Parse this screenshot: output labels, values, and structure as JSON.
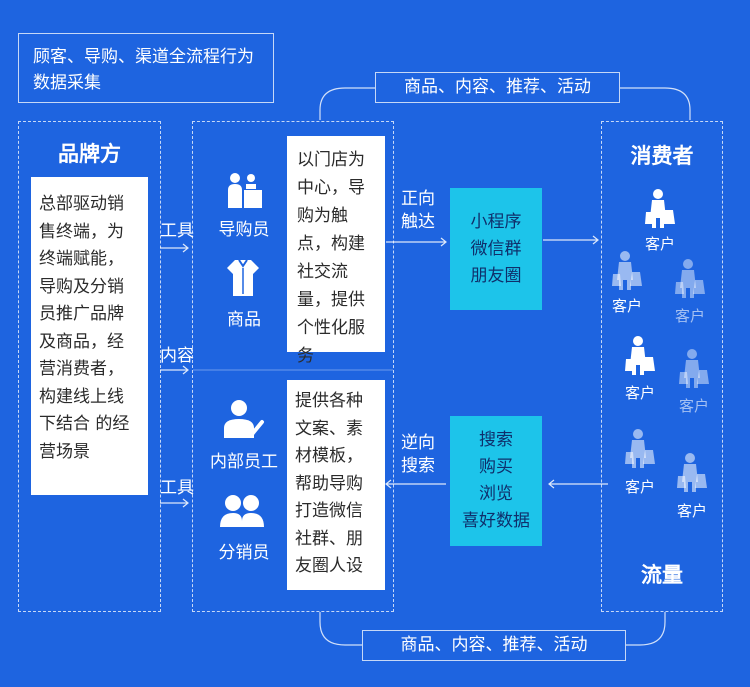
{
  "top_note": "顾客、导购、渠道全流程行为数据采集",
  "brand": {
    "title": "品牌方",
    "description": "总部驱动销售终端，为终端赋能，导购及分销员推广品牌及商品，经营消费者，构建线上线下结合 的经营场景"
  },
  "edge_labels": {
    "tool_top": "工具",
    "content": "内容",
    "tool_bottom": "工具",
    "forward": "正向\n触达",
    "reverse": "逆向\n搜索"
  },
  "roles": {
    "guide": "导购员",
    "goods": "商品",
    "employee": "内部员工",
    "distributor": "分销员"
  },
  "center_top_text": "以门店为中心，导购为触点，构建社交流量，提供个性化服务",
  "center_bottom_text": "提供各种文案、素材模板，帮助导购打造微信社群、朋友圈人设",
  "channels_top": "小程序\n微信群\n朋友圈",
  "channels_bottom": "搜索\n购买\n浏览\n喜好数据",
  "loop_label_top": "商品、内容、推荐、活动",
  "loop_label_bottom": "商品、内容、推荐、活动",
  "consumer": {
    "title": "消费者",
    "footer": "流量",
    "customer_label": "客户"
  },
  "colors": {
    "background": "#1e64e0",
    "card_white": "#ffffff",
    "card_cyan": "#1dc4ea"
  }
}
